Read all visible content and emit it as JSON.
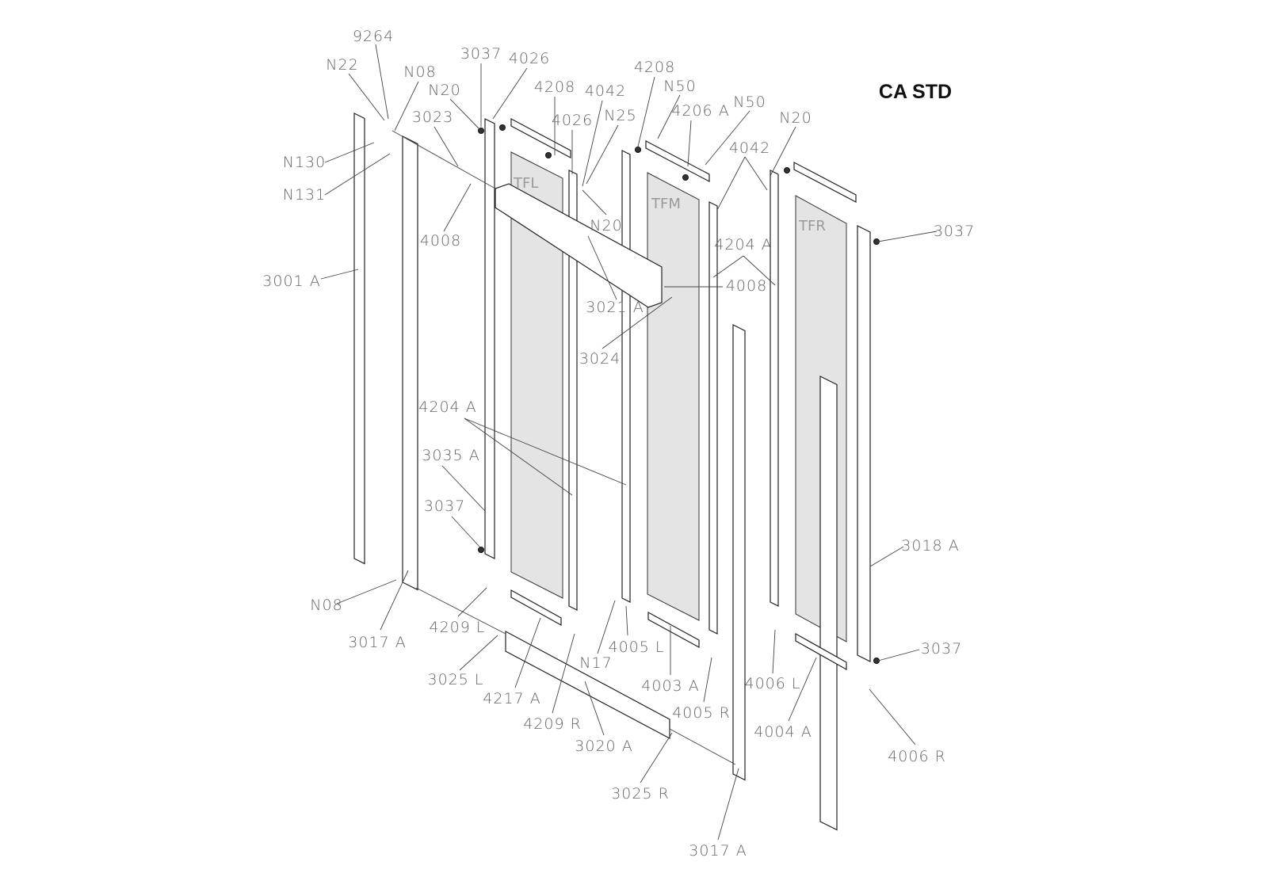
{
  "title": "CA STD",
  "glass_panels": [
    "TFL",
    "TFM",
    "TFR"
  ],
  "labels": [
    "9264",
    "N22",
    "N08",
    "3037",
    "4026",
    "N20",
    "4208",
    "4042",
    "4208",
    "N50",
    "4206 A",
    "N50",
    "3023",
    "4026",
    "N25",
    "N20",
    "4042",
    "N130",
    "N131",
    "N20",
    "3037",
    "4008",
    "4204 A",
    "3001 A",
    "4008",
    "3021 A",
    "3024",
    "4204 A",
    "3035 A",
    "3037",
    "3018 A",
    "N08",
    "4209 L",
    "3017 A",
    "4005 L",
    "3037",
    "N17",
    "3025 L",
    "4003 A",
    "4006 L",
    "4217 A",
    "4005 R",
    "4209 R",
    "4004 A",
    "3020 A",
    "4006 R",
    "3025 R",
    "3017 A"
  ]
}
